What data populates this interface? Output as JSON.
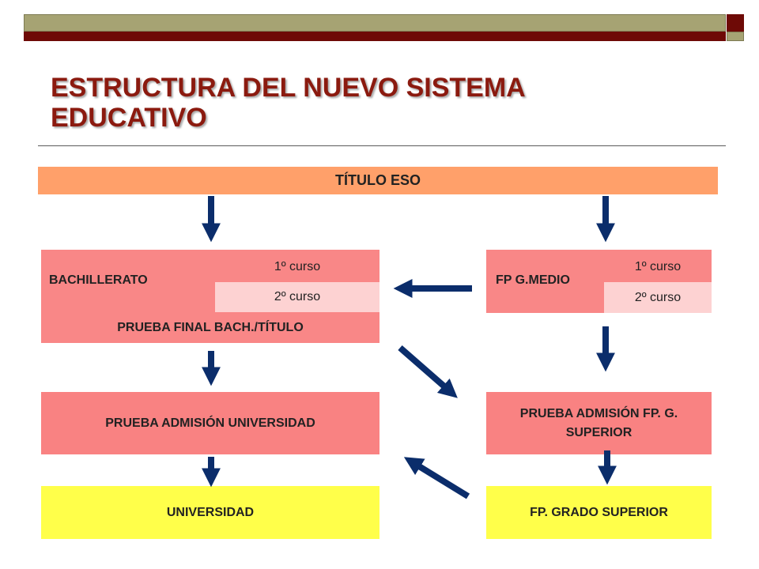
{
  "title": {
    "line1": "ESTRUCTURA DEL NUEVO SISTEMA",
    "line2": "EDUCATIVO"
  },
  "nodes": {
    "titulo_eso": "TÍTULO ESO",
    "bachillerato": {
      "label": "BACHILLERATO",
      "curso1": "1º curso",
      "curso2": "2º curso",
      "prueba_final": "PRUEBA FINAL BACH./TÍTULO"
    },
    "fp_medio": {
      "label": "FP G.MEDIO",
      "curso1": "1º curso",
      "curso2": "2º curso"
    },
    "prueba_univ": "PRUEBA ADMISIÓN UNIVERSIDAD",
    "prueba_fp_line1": "PRUEBA ADMISIÓN FP. G.",
    "prueba_fp_line2": "SUPERIOR",
    "universidad": "UNIVERSIDAD",
    "fp_superior": "FP. GRADO SUPERIOR"
  },
  "colors": {
    "title": "#8b1a0f",
    "eso": "#ffa06a",
    "salmon": "#f98787",
    "light_pink": "#fdd2d2",
    "yellow": "#ffff4a",
    "arrow": "#0b2d6b",
    "bar_olive": "#a6a373",
    "bar_maroon": "#6e0a06"
  }
}
